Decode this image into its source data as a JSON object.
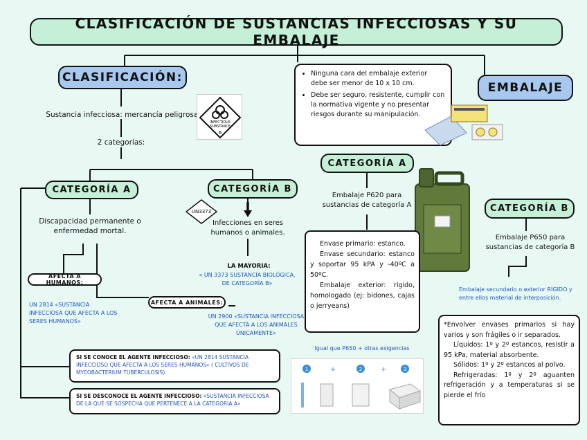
{
  "title": "CLASIFICACIÓN DE SUSTANCIAS INFECCIOSAS Y SU EMBALAJE",
  "clasificacion": {
    "heading": "CLASIFICACIÓN:",
    "definition": "Sustancia infecciosa: mercancía peligrosa.",
    "categories_count": "2 categorías:"
  },
  "label_sign": {
    "line1": "INFECTIOUS",
    "line2": "SUBSTANCE",
    "number": "6"
  },
  "cat_a_left": {
    "heading": "CATEGORÍA A",
    "desc": "Discapacidad permanente o enfermedad mortal.",
    "afecta_humanos": "AFECTA A HUMANOS:",
    "un2814": "UN 2814 «SUSTANCIA INFECCIOSA QUE AFECTA A LOS SERES HUMANOS»",
    "afecta_animales": "AFECTA A ANIMALES:",
    "un2900": "UN 2900 «SUSTANCIA INFECCIOSA QUE AFECTA A LOS ANIMALES ÚNICAMENTE»"
  },
  "cat_b_left": {
    "heading": "CATEGORÍA B",
    "un_tag": "UN3373",
    "desc": "Infecciones en seres humanos o animales.",
    "mayoria": "LA MAYORIA:",
    "un3373": "« UN 3373 SUSTANCIA BIOLÓGICA, DE CATEGORÍA B»"
  },
  "agent_known": {
    "lead": "SI SE CONOCE EL AGENTE INFECCIOSO:",
    "text": "«UN 2814 SUSTANCIA INFECCIOSO QUE AFECTA A LOS SERES HUMANOS» ( CULTIVOS DE MYCOBACTERIUM TUBERCULOSIS)"
  },
  "agent_unknown": {
    "lead": "SI SE DESCONOCE EL AGENTE INFECCIOSO:",
    "text": "«SUSTANCIA INFECCIOSA DE LA QUE SE SOSPECHA QUE PERTENECE A LA CATEGORIA A»"
  },
  "embalaje": {
    "heading": "EMBALAJE",
    "bullets": [
      "Ninguna cara del embalaje exterior debe ser menor de 10 x 10 cm.",
      "Debe ser seguro, resistente, cumplir con la normativa vigente y no presentar riesgos durante su manipulación."
    ]
  },
  "cat_a_right": {
    "heading": "CATEGORÍA A",
    "p620": "Embalaje P620 para sustancias de categoría A",
    "primario": "Envase primario: estanco.",
    "secundario": "Envase secundario: estanco y soportar 95 kPA y -40ºC a 50ºC.",
    "exterior": "Embalaje exterior: rígido, homologado (ej: bidones, cajas o jerryeans)",
    "igual": "Igual que P650 + otras exigencias",
    "steps": [
      "1",
      "2",
      "3"
    ]
  },
  "cat_b_right": {
    "heading": "CATEGORÍA B",
    "p650": "Embalaje P650 para sustancias de categoría B",
    "secundario_note": "Embalaje secundario o exterior RÍGIDO y entre ellos material de interposición.",
    "envolver": "*Envolver envases primarios si hay varios y son frágiles o ir separados.",
    "liquidos": "Líquidos: 1º y 2º estancos, resistir a 95 kPa, material absorbente.",
    "solidos": "Sólidos: 1º y 2º estancos al polvo.",
    "refrigeradas": "Refrigeradas: 1º y 2º aguanten refrigeración y a temperaturas si se pierde el frío"
  },
  "colors": {
    "green": "#c5efd6",
    "blue": "#a8c8f0",
    "text_blue": "#1f55c0",
    "background": "#e8f9f4"
  }
}
